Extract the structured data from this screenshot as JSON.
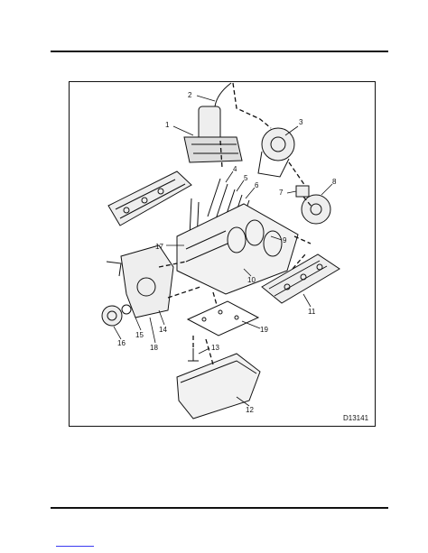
{
  "figure": {
    "id": "D13141",
    "callouts": [
      "1",
      "2",
      "3",
      "4",
      "5",
      "6",
      "7",
      "8",
      "9",
      "10",
      "11",
      "12",
      "13",
      "14",
      "15",
      "16",
      "17",
      "18",
      "19"
    ]
  },
  "colors": {
    "line": "#111111",
    "link": "#3a3af0"
  }
}
